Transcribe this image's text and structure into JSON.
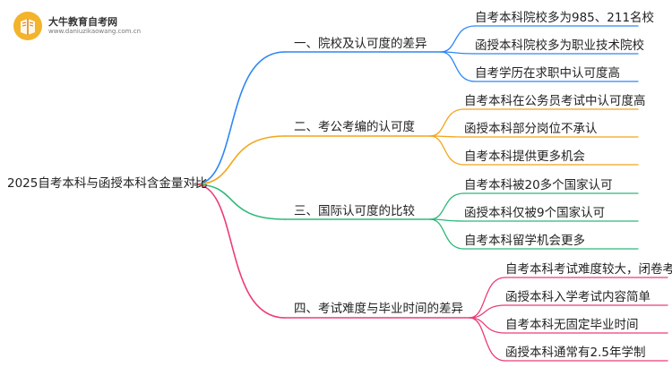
{
  "logo": {
    "name": "大牛教育自考网",
    "url": "www.daniuzikaowang.com.cn"
  },
  "colors": {
    "blue": "#2f86f4",
    "orange": "#f2a51a",
    "green": "#2eb87a",
    "pink": "#ec3c78"
  },
  "root": "2025自考本科与函授本科含金量对比",
  "branches": [
    {
      "label": "一、院校及认可度的差异",
      "color": "blue",
      "leaves": [
        "自考本科院校多为985、211名校",
        "函授本科院校多为职业技术院校",
        "自考学历在求职中认可度高"
      ]
    },
    {
      "label": "二、考公考编的认可度",
      "color": "orange",
      "leaves": [
        "自考本科在公务员考试中认可度高",
        "函授本科部分岗位不承认",
        "自考本科提供更多机会"
      ]
    },
    {
      "label": "三、国际认可度的比较",
      "color": "green",
      "leaves": [
        "自考本科被20多个国家认可",
        "函授本科仅被9个国家认可",
        "自考本科留学机会更多"
      ]
    },
    {
      "label": "四、考试难度与毕业时间的差异",
      "color": "pink",
      "leaves": [
        "自考本科考试难度较大，闭卷考",
        "函授本科入学考试内容简单",
        "自考本科无固定毕业时间",
        "函授本科通常有2.5年学制"
      ]
    }
  ]
}
